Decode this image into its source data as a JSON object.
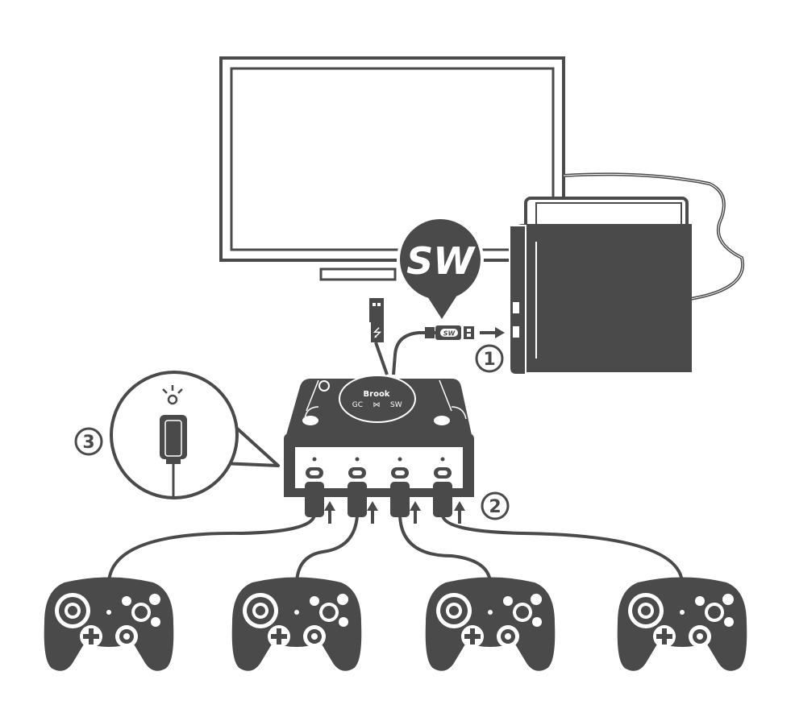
{
  "colors": {
    "ink": "#4a4a4a",
    "paper": "#ffffff"
  },
  "bubble": {
    "logo": "SW"
  },
  "cable_connector": {
    "label": "SW"
  },
  "adapter": {
    "brand": "Brook",
    "left": "GC",
    "mid": "⋈",
    "right": "SW"
  },
  "steps": [
    {
      "number": "1"
    },
    {
      "number": "2"
    },
    {
      "number": "3"
    }
  ],
  "controllers": [
    "controller-1",
    "controller-2",
    "controller-3",
    "controller-4"
  ]
}
